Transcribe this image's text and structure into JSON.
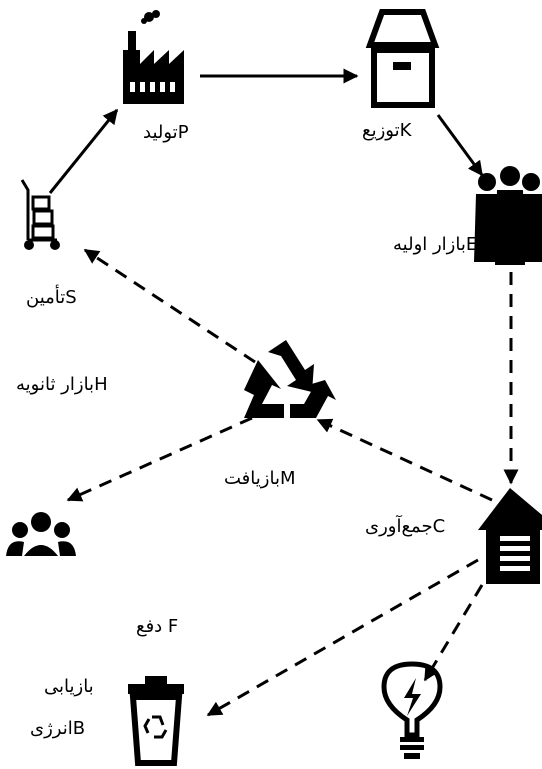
{
  "nodes": {
    "production": {
      "label": "تولیدP",
      "icon": "factory-icon"
    },
    "distribution": {
      "label": "توزیعK",
      "icon": "box-icon"
    },
    "primary_market": {
      "label": "بازار اولیهE",
      "icon": "people-crowd-icon"
    },
    "collection": {
      "label": "جمع‌آوریC",
      "icon": "warehouse-icon"
    },
    "recycling": {
      "label": "بازیافتM",
      "icon": "recycle-icon"
    },
    "secondary_market": {
      "label": "بازار ثانویهH",
      "icon": "group-icon"
    },
    "supply": {
      "label": "تأمینS",
      "icon": "hand-truck-icon"
    },
    "disposal": {
      "label": "دفع F",
      "icon": "trash-bin-icon"
    },
    "energy_recovery": {
      "line1": "بازیابی",
      "line2": "انرژیB",
      "icon": "lightbulb-icon"
    }
  },
  "colors": {
    "ink": "#000000",
    "background": "#ffffff"
  }
}
